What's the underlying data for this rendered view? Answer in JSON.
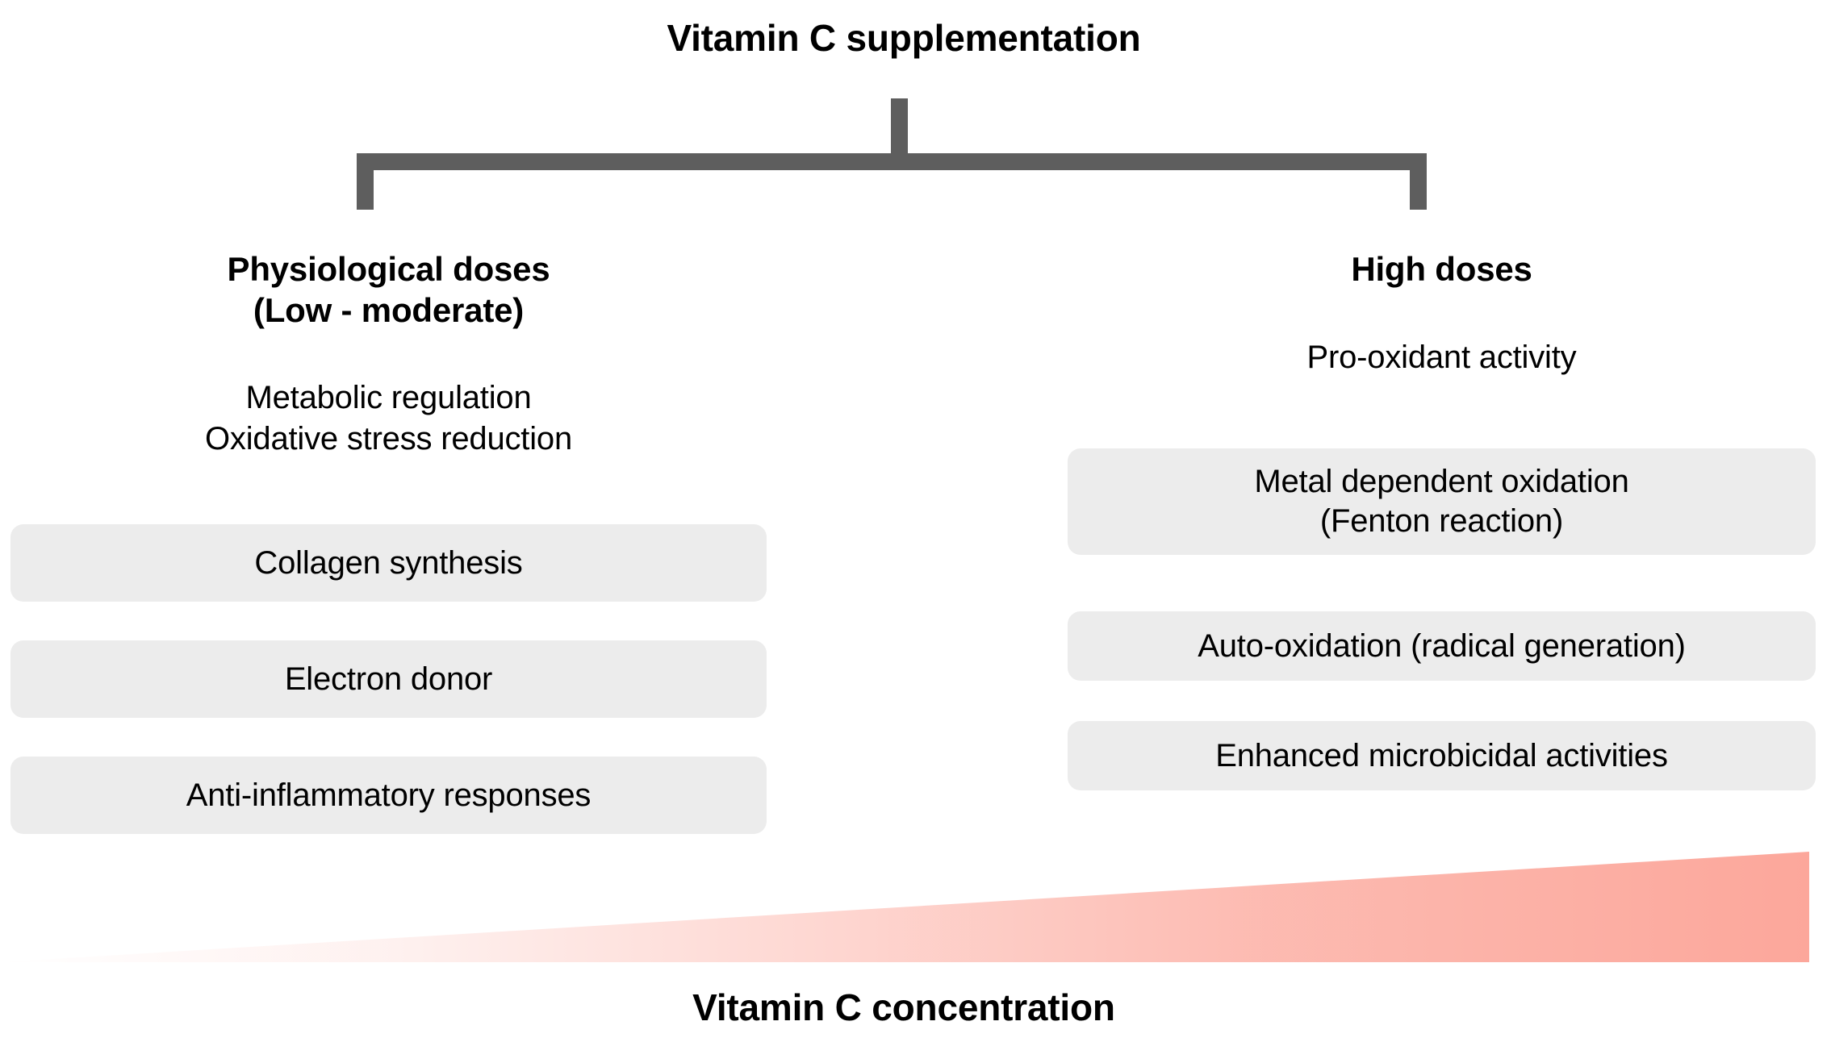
{
  "title": "Vitamin C supplementation",
  "caption": "Vitamin C concentration",
  "colors": {
    "bracket": "#5E5E5E",
    "box_fill": "#ECECEC",
    "wedge_light": "#FFFFFF",
    "wedge_dark": "#FCA79B",
    "text": "#000000",
    "background": "#FFFFFF"
  },
  "branches": {
    "left": {
      "heading": "Physiological doses\n(Low - moderate)",
      "heading_line1": "Physiological doses",
      "heading_line2": "(Low - moderate)",
      "subtext_line1": "Metabolic regulation",
      "subtext_line2": "Oxidative stress reduction",
      "items": [
        {
          "label": "Collagen synthesis"
        },
        {
          "label": "Electron donor"
        },
        {
          "label": "Anti-inflammatory responses"
        }
      ]
    },
    "right": {
      "heading": "High doses",
      "subtext_line1": "Pro-oxidant activity",
      "items": [
        {
          "label": "Metal dependent oxidation",
          "label_line2": "(Fenton reaction)"
        },
        {
          "label": "Auto-oxidation (radical generation)"
        },
        {
          "label": "Enhanced microbicidal activities"
        }
      ]
    }
  }
}
